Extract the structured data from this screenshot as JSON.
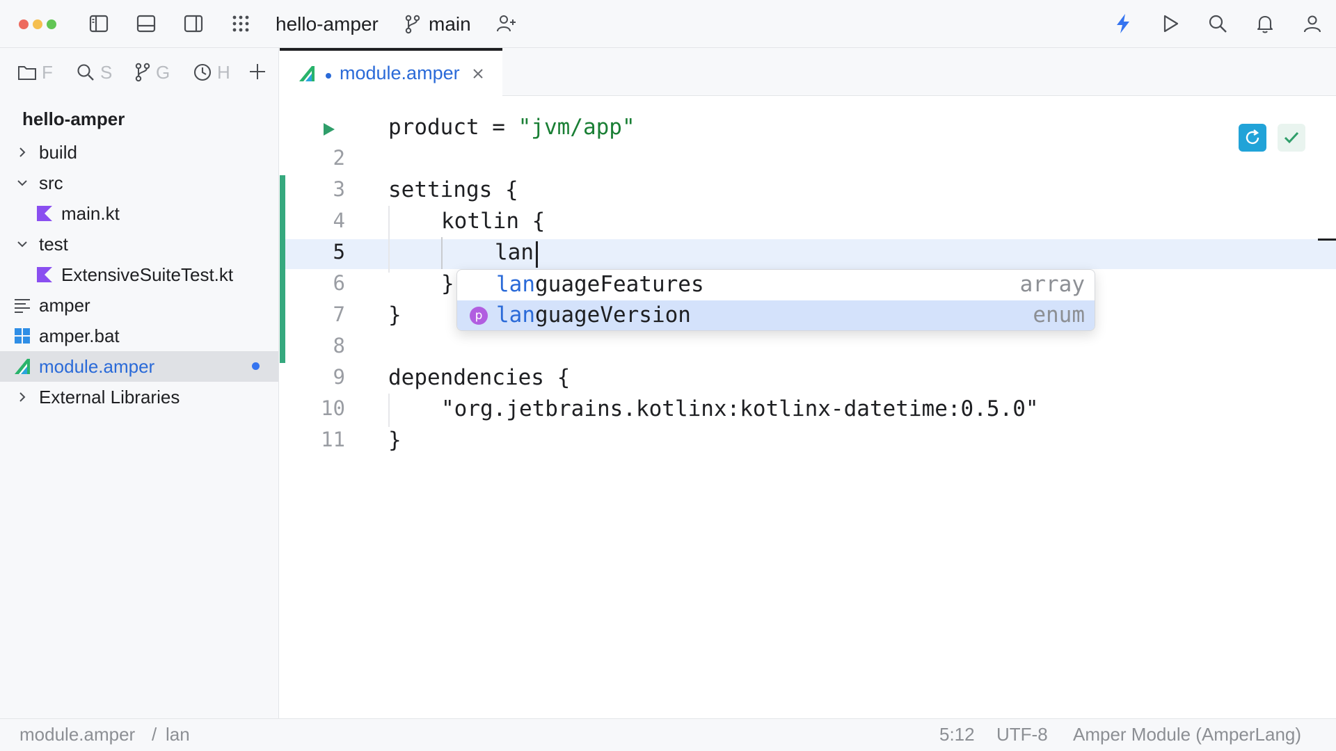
{
  "titlebar": {
    "project_name": "hello-amper",
    "branch": "main"
  },
  "side_panel": {
    "tabs": [
      {
        "label": "F",
        "icon": "folder-icon"
      },
      {
        "label": "S",
        "icon": "search-icon"
      },
      {
        "label": "G",
        "icon": "branch-icon"
      },
      {
        "label": "H",
        "icon": "clock-icon"
      }
    ],
    "tree": {
      "root": "hello-amper",
      "items": [
        {
          "label": "build",
          "icon": "chevron-right-icon",
          "expanded": false
        },
        {
          "label": "src",
          "icon": "chevron-down-icon",
          "expanded": true
        },
        {
          "label": "main.kt",
          "icon": "kotlin-file-icon"
        },
        {
          "label": "test",
          "icon": "chevron-down-icon",
          "expanded": true
        },
        {
          "label": "ExtensiveSuiteTest.kt",
          "icon": "kotlin-file-icon"
        },
        {
          "label": "amper",
          "icon": "text-file-icon"
        },
        {
          "label": "amper.bat",
          "icon": "windows-icon"
        },
        {
          "label": "module.amper",
          "icon": "amper-file-icon",
          "selected": true,
          "modified": true
        },
        {
          "label": "External Libraries",
          "icon": "chevron-right-icon",
          "expanded": false
        }
      ]
    }
  },
  "editor": {
    "tab": {
      "label": "module.amper",
      "modified": true
    },
    "line_numbers": [
      "2",
      "3",
      "4",
      "5",
      "6",
      "7",
      "8",
      "9",
      "10",
      "11"
    ],
    "lines": {
      "l1_key": "product = ",
      "l1_str": "\"jvm/app\"",
      "l3": "settings {",
      "l4": "kotlin {",
      "l5": "lan",
      "l6": "}",
      "l7": "}",
      "l9": "dependencies {",
      "l10_str": "\"org.jetbrains.kotlinx:kotlinx-datetime:0.5.0\"",
      "l11": "}"
    },
    "completion": {
      "typed": "lan",
      "items": [
        {
          "rest": "guageFeatures",
          "type": "array",
          "kind": ""
        },
        {
          "rest": "guageVersion",
          "type": "enum",
          "kind": "p",
          "selected": true
        }
      ]
    }
  },
  "statusbar": {
    "breadcrumb": [
      "module.amper",
      "/",
      "lan"
    ],
    "position": "5:12",
    "encoding": "UTF-8",
    "file_type": "Amper Module (AmperLang)"
  },
  "colors": {
    "accent": "#2a6ad8",
    "string": "#1a7f35",
    "change_bar": "#36a97e",
    "selection": "#d4e2fb",
    "current_line": "#e8f0fc"
  }
}
